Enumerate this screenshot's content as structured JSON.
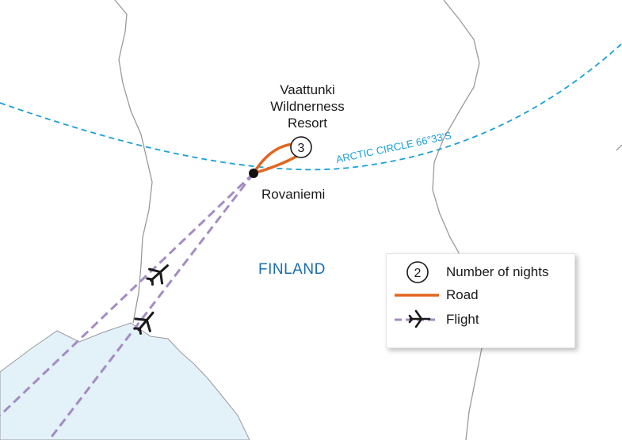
{
  "places": {
    "resort": "Vaattunki\nWildnerness\nResort",
    "resort_nights": "3",
    "city": "Rovaniemi",
    "country": "FINLAND"
  },
  "arctic_circle_label": "ARCTIC CIRCLE 66°33'S",
  "legend": {
    "nights_sample": "2",
    "nights_label": "Number of nights",
    "road_label": "Road",
    "flight_label": "Flight"
  },
  "colors": {
    "road": "#e2661f",
    "flight": "#a48cc4",
    "arctic_circle": "#1aa0d8",
    "water": "#e3f1f9",
    "border": "#9a9a9a",
    "country_label": "#1a6fb0"
  },
  "icons": [
    "airplane-icon",
    "city-dot-icon"
  ]
}
